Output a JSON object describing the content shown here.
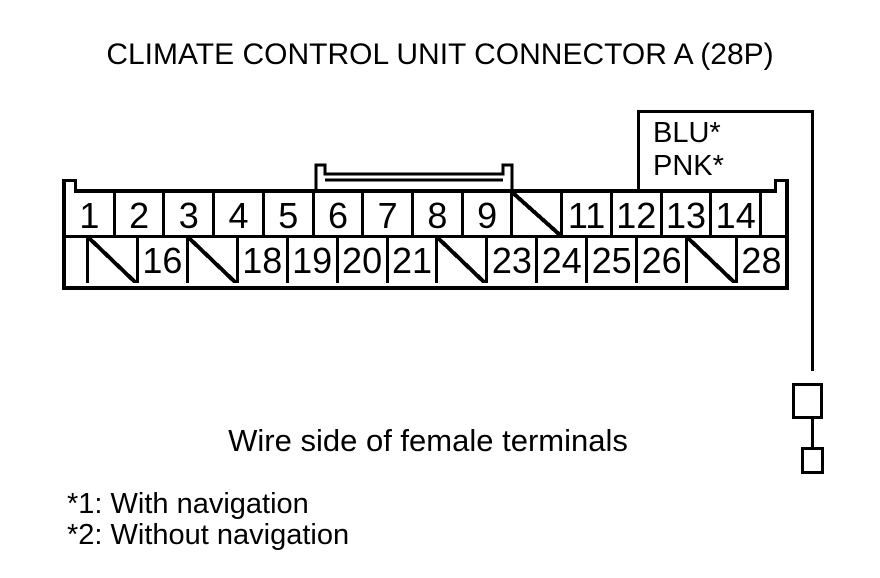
{
  "title": "CLIMATE CONTROL UNIT CONNECTOR A (28P)",
  "wire_label": {
    "line1": "BLU*",
    "line2": "PNK*"
  },
  "connector": {
    "top_row": [
      {
        "label": "1"
      },
      {
        "label": "2"
      },
      {
        "label": "3"
      },
      {
        "label": "4"
      },
      {
        "label": "5"
      },
      {
        "label": "6"
      },
      {
        "label": "7"
      },
      {
        "label": "8"
      },
      {
        "label": "9"
      },
      {
        "skip": true
      },
      {
        "label": "11"
      },
      {
        "label": "12"
      },
      {
        "label": "13"
      },
      {
        "label": "14"
      },
      {
        "blank": true
      }
    ],
    "bottom_row": [
      {
        "blank": true
      },
      {
        "skip": true
      },
      {
        "label": "16"
      },
      {
        "skip": true
      },
      {
        "label": "18"
      },
      {
        "label": "19"
      },
      {
        "label": "20"
      },
      {
        "label": "21"
      },
      {
        "skip": true
      },
      {
        "label": "23"
      },
      {
        "label": "24"
      },
      {
        "label": "25"
      },
      {
        "label": "26"
      },
      {
        "skip": true
      },
      {
        "label": "28"
      }
    ]
  },
  "caption": "Wire side of female terminals",
  "footnotes": [
    "*1: With navigation",
    "*2: Without navigation"
  ],
  "colors": {
    "line": "#000000",
    "background": "#ffffff"
  }
}
